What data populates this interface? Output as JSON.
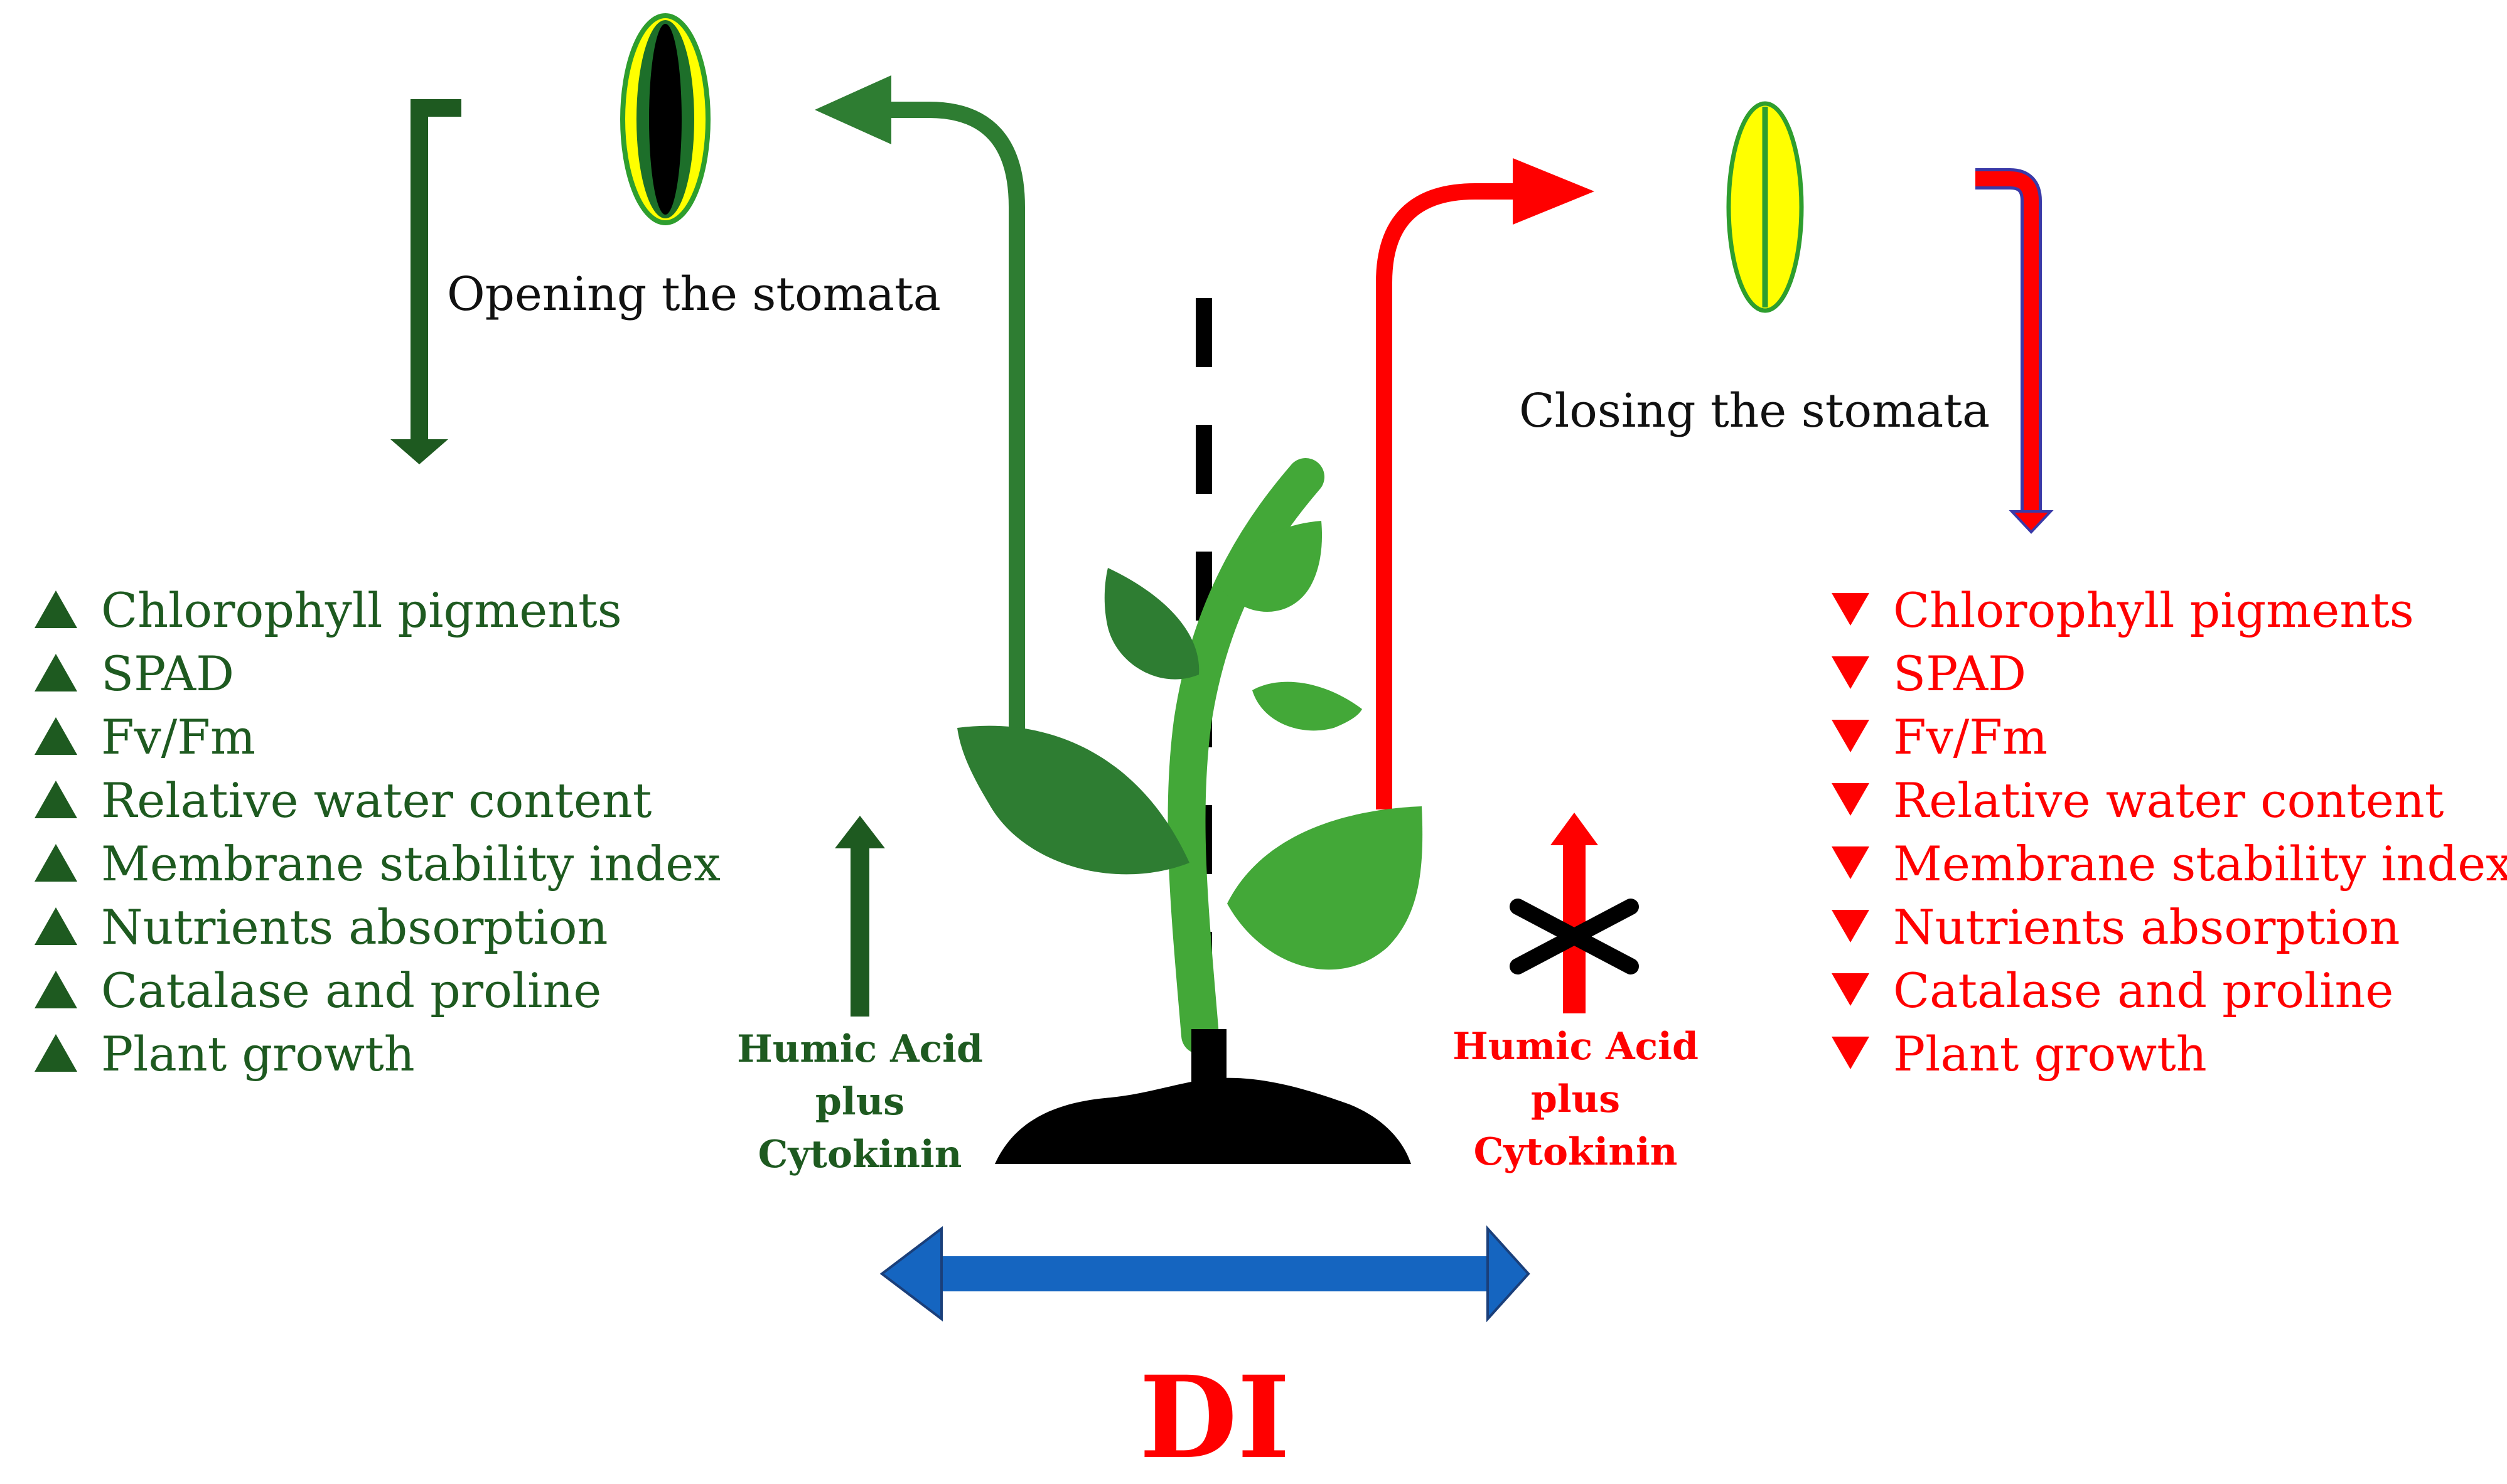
{
  "left_panel": {
    "stomata_label": "Opening the stomata",
    "effects": [
      "Chlorophyll pigments",
      "SPAD",
      "Fv/Fm",
      "Relative water content",
      "Membrane stability index",
      "Nutrients absorption",
      "Catalase and proline",
      "Plant growth"
    ],
    "treatment": [
      "Humic Acid",
      "plus",
      "Cytokinin"
    ]
  },
  "right_panel": {
    "stomata_label": "Closing the stomata",
    "effects": [
      "Chlorophyll pigments",
      "SPAD",
      "Fv/Fm",
      "Relative water content",
      "Membrane stability index",
      "Nutrients absorption",
      "Catalase and proline",
      "Plant growth"
    ],
    "treatment": [
      "Humic Acid",
      "plus",
      "Cytokinin"
    ]
  },
  "bottom_label": "DI",
  "colors": {
    "increase": "#1e5a20",
    "decrease": "#ff0000",
    "bidirectional_arrow": "#1565c0",
    "plant_dark": "#2e7d32",
    "plant_light": "#43a838",
    "soil": "#000000",
    "stoma_guard": "#ffff00"
  },
  "icons": {
    "open_stoma": "open-stoma-icon",
    "closed_stoma": "closed-stoma-icon",
    "increase_marker": "triangle-up-icon",
    "decrease_marker": "triangle-down-icon",
    "no_effect": "cross-icon"
  }
}
